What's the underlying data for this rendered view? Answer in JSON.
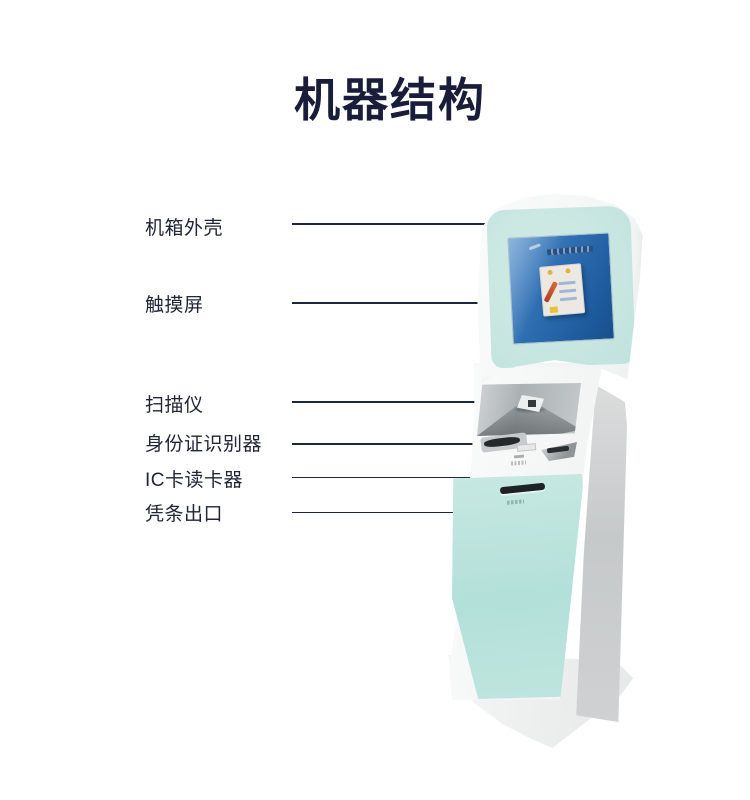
{
  "title": {
    "text": "机器结构"
  },
  "annotations": [
    {
      "id": "case-shell",
      "label": "机箱外壳"
    },
    {
      "id": "touch-screen",
      "label": "触摸屏"
    },
    {
      "id": "scanner",
      "label": "扫描仪"
    },
    {
      "id": "id-card-reader",
      "label": "身份证识别器"
    },
    {
      "id": "ic-card-reader",
      "label": "IC卡读卡器"
    },
    {
      "id": "receipt-outlet",
      "label": "凭条出口"
    }
  ],
  "kiosk": {
    "parts": [
      "case-shell",
      "touch-screen",
      "scanner",
      "id-card-reader",
      "ic-card-reader",
      "receipt-outlet"
    ]
  },
  "colors": {
    "title_text": "#191d3a",
    "label_text": "#212636",
    "leader_line": "#1b2742",
    "kiosk_white": "#f5f6f6",
    "mint_panel": "#c8e6e1",
    "mint_lower_panel": "#b6e1da",
    "screen_blue": "#2f6fb2",
    "recess_gray": "#abb1b3",
    "background": "#ffffff"
  }
}
